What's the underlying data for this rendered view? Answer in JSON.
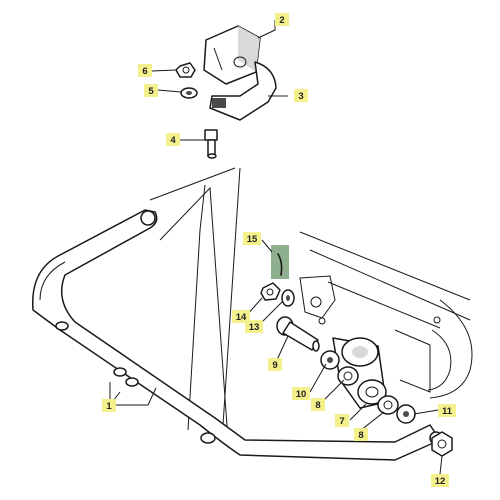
{
  "callouts": [
    {
      "id": "c1",
      "label": "1"
    },
    {
      "id": "c2",
      "label": "2"
    },
    {
      "id": "c3",
      "label": "3"
    },
    {
      "id": "c4",
      "label": "4"
    },
    {
      "id": "c5",
      "label": "5"
    },
    {
      "id": "c6",
      "label": "6"
    },
    {
      "id": "c7",
      "label": "7"
    },
    {
      "id": "c8a",
      "label": "8"
    },
    {
      "id": "c8b",
      "label": "8"
    },
    {
      "id": "c9",
      "label": "9"
    },
    {
      "id": "c10",
      "label": "10"
    },
    {
      "id": "c11",
      "label": "11"
    },
    {
      "id": "c12",
      "label": "12"
    },
    {
      "id": "c13",
      "label": "13"
    },
    {
      "id": "c14",
      "label": "14"
    },
    {
      "id": "c15",
      "label": "15"
    }
  ],
  "colors": {
    "callout_background": "#f4f08c",
    "highlight": "#8fb08f",
    "line": "#1a1a1a"
  }
}
